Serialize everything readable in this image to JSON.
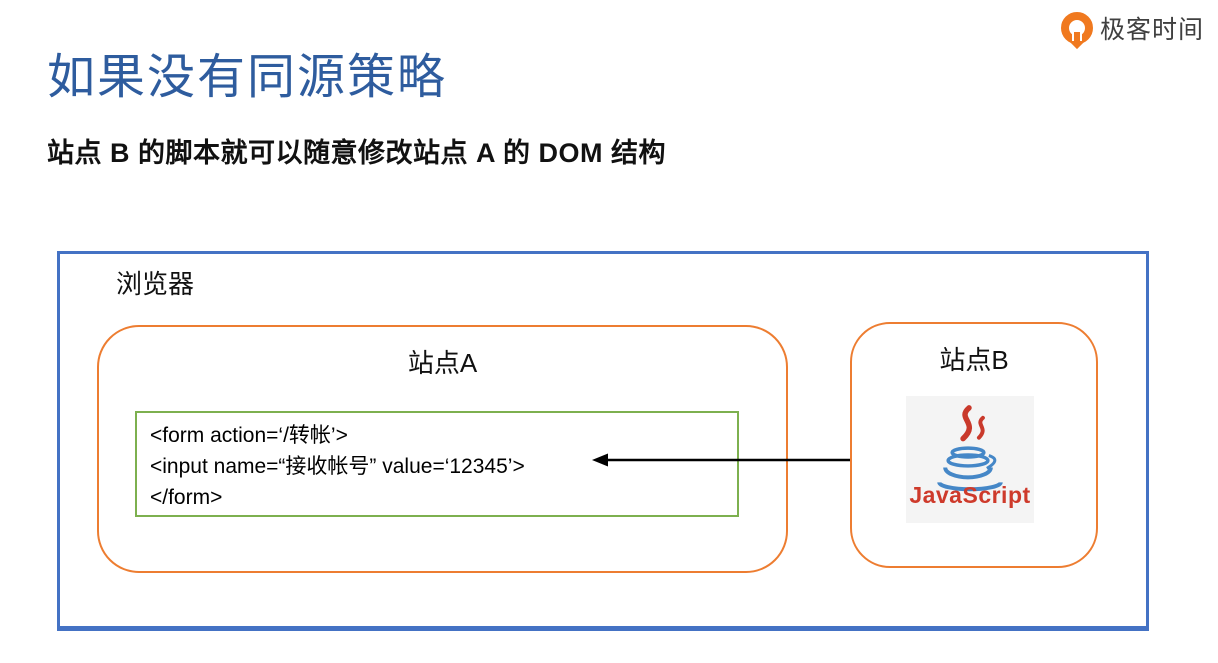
{
  "slide": {
    "title": "如果没有同源策略",
    "subtitle": "站点 B 的脚本就可以随意修改站点 A 的 DOM 结构"
  },
  "brand": {
    "name": "极客时间",
    "icon": "geektime-logo-icon",
    "logo_orange": "#f0791f"
  },
  "diagram": {
    "browser_label": "浏览器",
    "site_a": {
      "label": "站点A",
      "code_lines": [
        "<form action=‘/转帐’>",
        "<input name=“接收帐号” value=‘12345’>",
        "</form>"
      ]
    },
    "site_b": {
      "label": "站点B",
      "logo_caption": "JavaScript"
    },
    "arrow": "site-b-script-to-site-a-dom",
    "colors": {
      "title_blue": "#2e5c9e",
      "browser_border_blue": "#4472c4",
      "site_border_orange": "#ed7d31",
      "code_border_green": "#7db04f",
      "java_red": "#c9392b",
      "java_blue": "#4587c7",
      "caption_red": "#ce3a2b"
    }
  }
}
